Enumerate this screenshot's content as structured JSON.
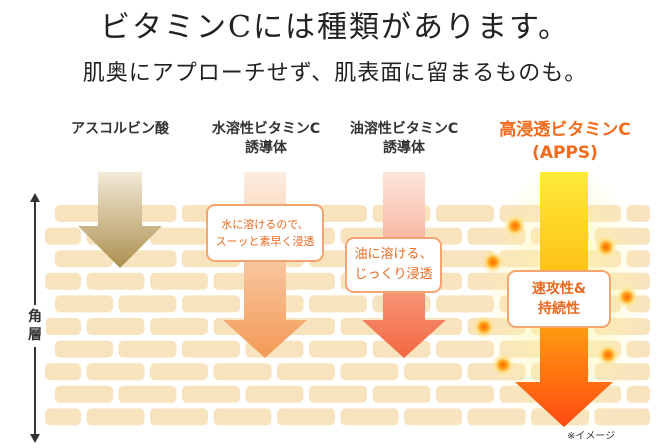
{
  "headline": {
    "line1": "ビタミンCには種類があります。",
    "line2": "肌奥にアプローチせず、肌表面に留まるものも。"
  },
  "columns": [
    {
      "label_line1": "アスコルビン酸",
      "label_line2": ""
    },
    {
      "label_line1": "水溶性ビタミンC",
      "label_line2": "誘導体"
    },
    {
      "label_line1": "油溶性ビタミンC",
      "label_line2": "誘導体"
    },
    {
      "label_line1": "高浸透ビタミンC",
      "label_line2": "(APPS)"
    }
  ],
  "callouts": {
    "water_soluble": {
      "line1": "水に溶けるので、",
      "line2": "スーッと素早く浸透"
    },
    "oil_soluble": {
      "line1": "油に溶ける、",
      "line2": "じっくり浸透"
    },
    "apps": {
      "line1": "速攻性&",
      "line2": "持続性"
    }
  },
  "axis": {
    "label": "角層"
  },
  "note": "※イメージ",
  "colors": {
    "accent": "#f26a1b",
    "brick": "#f8e3bf",
    "ascorbic_arrow": "#b59a5e",
    "water_arrow": "#f4a263",
    "oil_arrow": "#f47a55",
    "apps_arrow_top": "#ffd400",
    "apps_arrow_bottom": "#ff4a10",
    "sparkle": "#ff8c1a"
  }
}
